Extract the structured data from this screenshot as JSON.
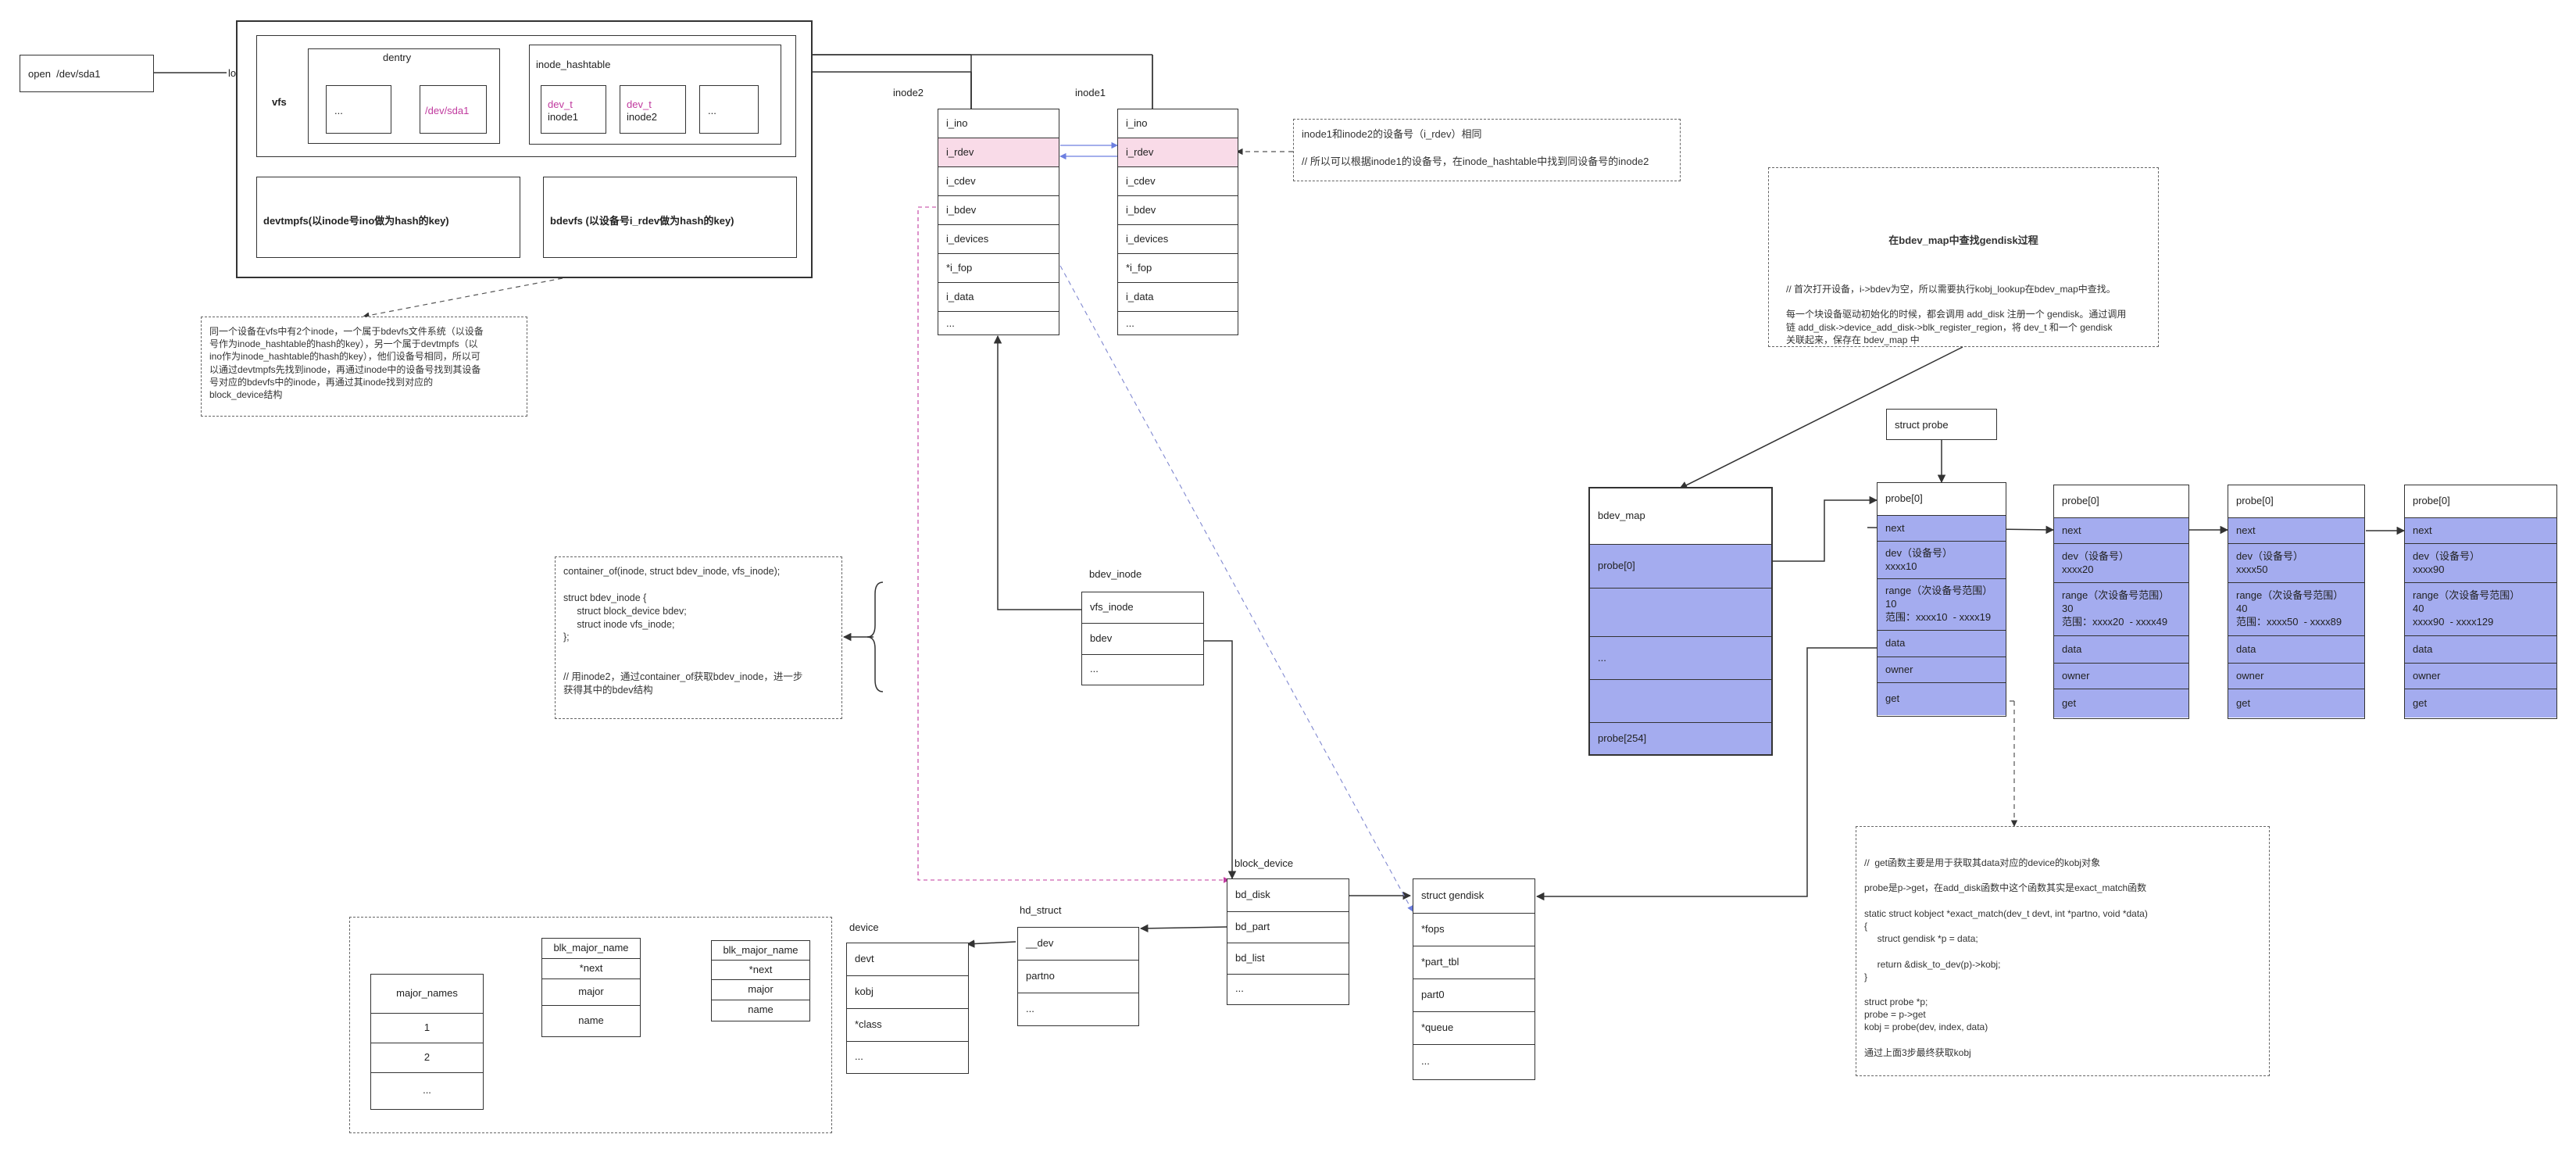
{
  "open_label": "open  /dev/sda1",
  "lookup_label": "lookup_bdev",
  "vfs_label": "vfs",
  "dentry_label": "dentry",
  "dentry_items": [
    "...",
    "/dev/sda1"
  ],
  "inode_hashtable_label": "inode_hashtable",
  "hash_inode1": {
    "devt": "dev_t",
    "name": "inode1"
  },
  "hash_inode2": {
    "devt": "dev_t",
    "name": "inode2"
  },
  "hash_ellipsis": "...",
  "devtmpfs_label": "devtmpfs(以inode号ino做为hash的key)",
  "bdevfs_label": "bdevfs (以设备号i_rdev做为hash的key)",
  "vfs_note": "同一个设备在vfs中有2个inode，一个属于bdevfs文件系统（以设备\n号作为inode_hashtable的hash的key），另一个属于devtmpfs（以\nino作为inode_hashtable的hash的key），他们设备号相同，所以可\n以通过devtmpfs先找到inode，再通过inode中的设备号找到其设备\n号对应的bdevfs中的inode，再通过其inode找到对应的\nblock_device结构",
  "inode2_title": "inode2",
  "inode1_title": "inode1",
  "inode_fields": [
    "i_ino",
    "i_rdev",
    "i_cdev",
    "i_bdev",
    "i_devices",
    "*i_fop",
    "i_data",
    "..."
  ],
  "rdev_note": "inode1和inode2的设备号（i_rdev）相同\n\n// 所以可以根据inode1的设备号，在inode_hashtable中找到同设备号的inode2",
  "container_note": "container_of(inode, struct bdev_inode, vfs_inode);\n\nstruct bdev_inode {\n     struct block_device bdev;\n     struct inode vfs_inode;\n};\n\n\n// 用inode2，通过container_of获取bdev_inode，进一步\n获得其中的bdev结构",
  "bdev_inode": {
    "title": "bdev_inode",
    "fields": [
      "vfs_inode",
      "bdev",
      "..."
    ]
  },
  "block_device": {
    "title": "block_device",
    "fields": [
      "bd_disk",
      "bd_part",
      "bd_list",
      "..."
    ]
  },
  "gendisk": {
    "fields": [
      "struct gendisk",
      "*fops",
      "*part_tbl",
      "part0",
      "*queue",
      "..."
    ]
  },
  "hd_struct": {
    "title": "hd_struct",
    "fields": [
      "__dev",
      "partno",
      "..."
    ]
  },
  "device": {
    "title": "device",
    "fields": [
      "devt",
      "kobj",
      "*class",
      "..."
    ]
  },
  "major_names": [
    "major_names",
    "1",
    "2",
    "..."
  ],
  "blk_major_name_1": [
    "blk_major_name",
    "*next",
    "major",
    "name"
  ],
  "blk_major_name_2": [
    "blk_major_name",
    "*next",
    "major",
    "name"
  ],
  "gendisk_note": {
    "title": "在bdev_map中查找gendisk过程",
    "body": "// 首次打开设备，i->bdev为空，所以需要执行kobj_lookup在bdev_map中查找。\n\n每一个块设备驱动初始化的时候，都会调用 add_disk 注册一个 gendisk。通过调用\n链 add_disk->device_add_disk->blk_register_region，将 dev_t 和一个 gendisk\n关联起来，保存在 bdev_map 中"
  },
  "struct_probe_label": "struct probe",
  "bdev_map": [
    "bdev_map",
    "probe[0]",
    "",
    "...",
    "",
    "probe[254]"
  ],
  "probes": [
    {
      "title": "probe[0]",
      "next": "next",
      "dev": "dev（设备号）\nxxxx10",
      "range": "range（次设备号范围）\n10\n范围：xxxx10  - xxxx19",
      "data": "data",
      "owner": "owner",
      "get": "get"
    },
    {
      "title": "probe[0]",
      "next": "next",
      "dev": "dev（设备号）\nxxxx20",
      "range": "range（次设备号范围）\n30\n范围：xxxx20  - xxxx49",
      "data": "data",
      "owner": "owner",
      "get": "get"
    },
    {
      "title": "probe[0]",
      "next": "next",
      "dev": "dev（设备号）\nxxxx50",
      "range": "range（次设备号范围）\n40\n范围：xxxx50  - xxxx89",
      "data": "data",
      "owner": "owner",
      "get": "get"
    },
    {
      "title": "probe[0]",
      "next": "next",
      "dev": "dev（设备号）\nxxxx90",
      "range": "range（次设备号范围）\n40\nxxxx90  - xxxx129",
      "data": "data",
      "owner": "owner",
      "get": "get"
    }
  ],
  "get_note": "//  get函数主要是用于获取其data对应的device的kobj对象\n\nprobe是p->get，在add_disk函数中这个函数其实是exact_match函数\n\nstatic struct kobject *exact_match(dev_t devt, int *partno, void *data)\n{\n     struct gendisk *p = data;\n\n     return &disk_to_dev(p)->kobj;\n}\n\nstruct probe *p;\nprobe = p->get\nkobj = probe(dev, index, data)\n\n通过上面3步最终获取kobj",
  "colors": {
    "pink": "#f9dbe8",
    "blue": "#a4acef",
    "magenta": "#c0399e"
  }
}
